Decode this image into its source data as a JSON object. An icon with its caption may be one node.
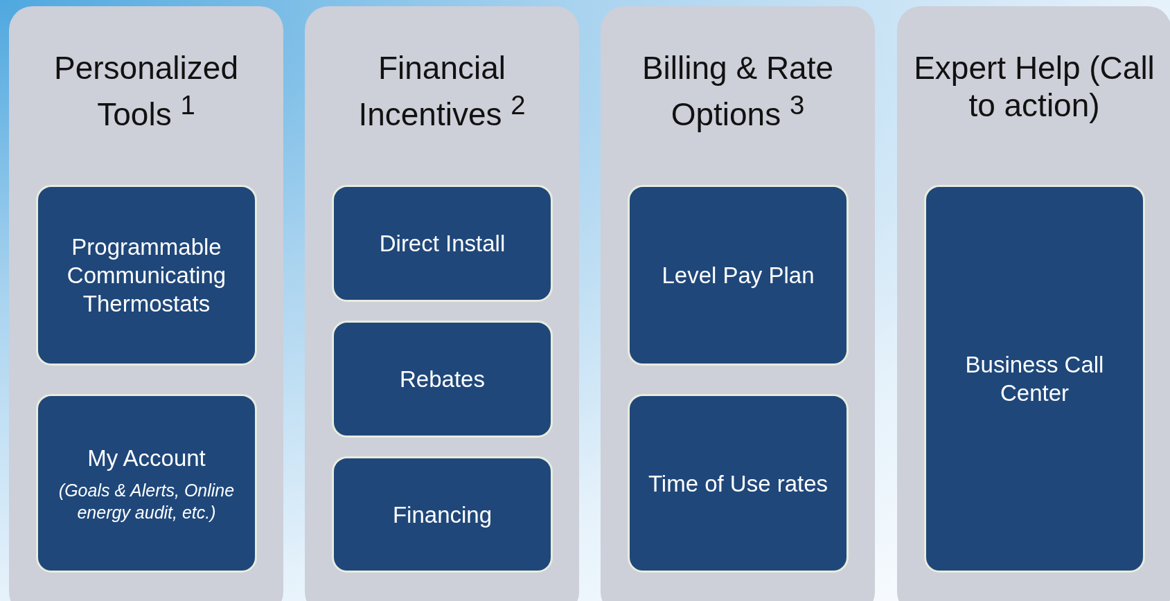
{
  "diagram": {
    "nodes": [
      {
        "text": [
          "Personalized Tools $^{1}$"
        ]
      },
      {
        "text": [
          "Programmable Communicating Thermostats"
        ],
        "in": 0
      },
      {
        "text": [
          "My Account",
          "(Goals & Alerts, Online energy audit, etc.)"
        ],
        "in": 0
      },
      {
        "text": [
          "Financial Incentives $^{2}$"
        ]
      },
      {
        "text": [
          "Direct Install"
        ],
        "in": 3
      },
      {
        "text": [
          "Rebates"
        ],
        "in": 3
      },
      {
        "text": [
          "Financing"
        ],
        "in": 3
      },
      {
        "text": [
          "Billing & Rate Options $^{3}$"
        ]
      },
      {
        "text": [
          "Level Pay Plan"
        ],
        "in": 7
      },
      {
        "text": [
          "Time of Use rates"
        ],
        "in": 7
      },
      {
        "text": [
          "Expert Help (Call to action)"
        ]
      },
      {
        "text": [
          "Business Call Center"
        ],
        "in": 10
      }
    ]
  }
}
